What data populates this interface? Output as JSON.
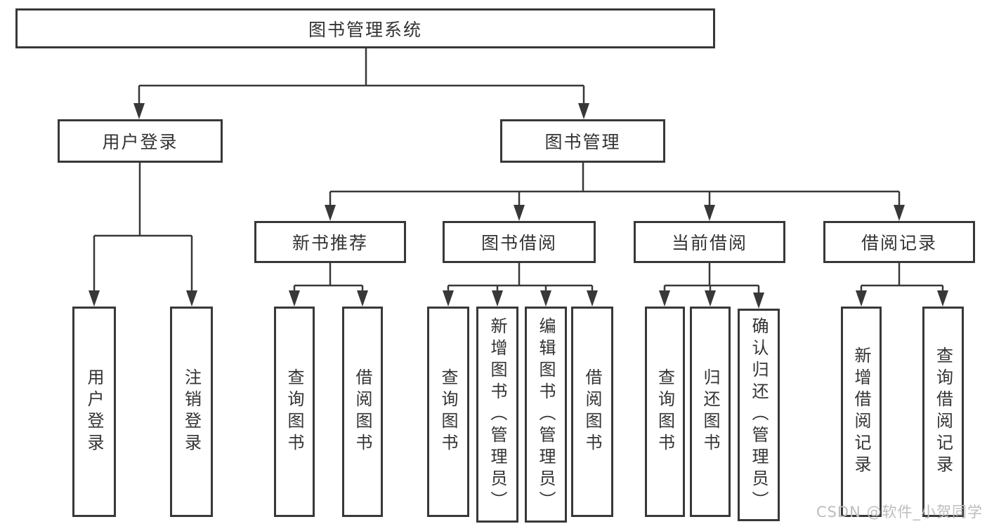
{
  "diagram": {
    "root": {
      "label": "图书管理系统"
    },
    "level2": [
      {
        "label": "用户登录"
      },
      {
        "label": "图书管理"
      }
    ],
    "level3": [
      {
        "label": "新书推荐"
      },
      {
        "label": "图书借阅"
      },
      {
        "label": "当前借阅"
      },
      {
        "label": "借阅记录"
      }
    ],
    "leaves": {
      "user_login": [
        {
          "label": "用户登录"
        },
        {
          "label": "注销登录"
        }
      ],
      "new_books": [
        {
          "label": "查询图书"
        },
        {
          "label": "借阅图书"
        }
      ],
      "borrowing": [
        {
          "label": "查询图书"
        },
        {
          "label": "新增图书（管理员）"
        },
        {
          "label": "编辑图书（管理员）"
        },
        {
          "label": "借阅图书"
        }
      ],
      "current": [
        {
          "label": "查询图书"
        },
        {
          "label": "归还图书"
        },
        {
          "label": "确认归还（管理员）"
        }
      ],
      "records": [
        {
          "label": "新增借阅记录"
        },
        {
          "label": "查询借阅记录"
        }
      ]
    },
    "watermark": "CSDN @软件_小贺同学"
  },
  "colors": {
    "line": "#383838",
    "border": "#383838",
    "text": "#333333",
    "watermark": "#bdbdbd",
    "background": "#ffffff"
  }
}
